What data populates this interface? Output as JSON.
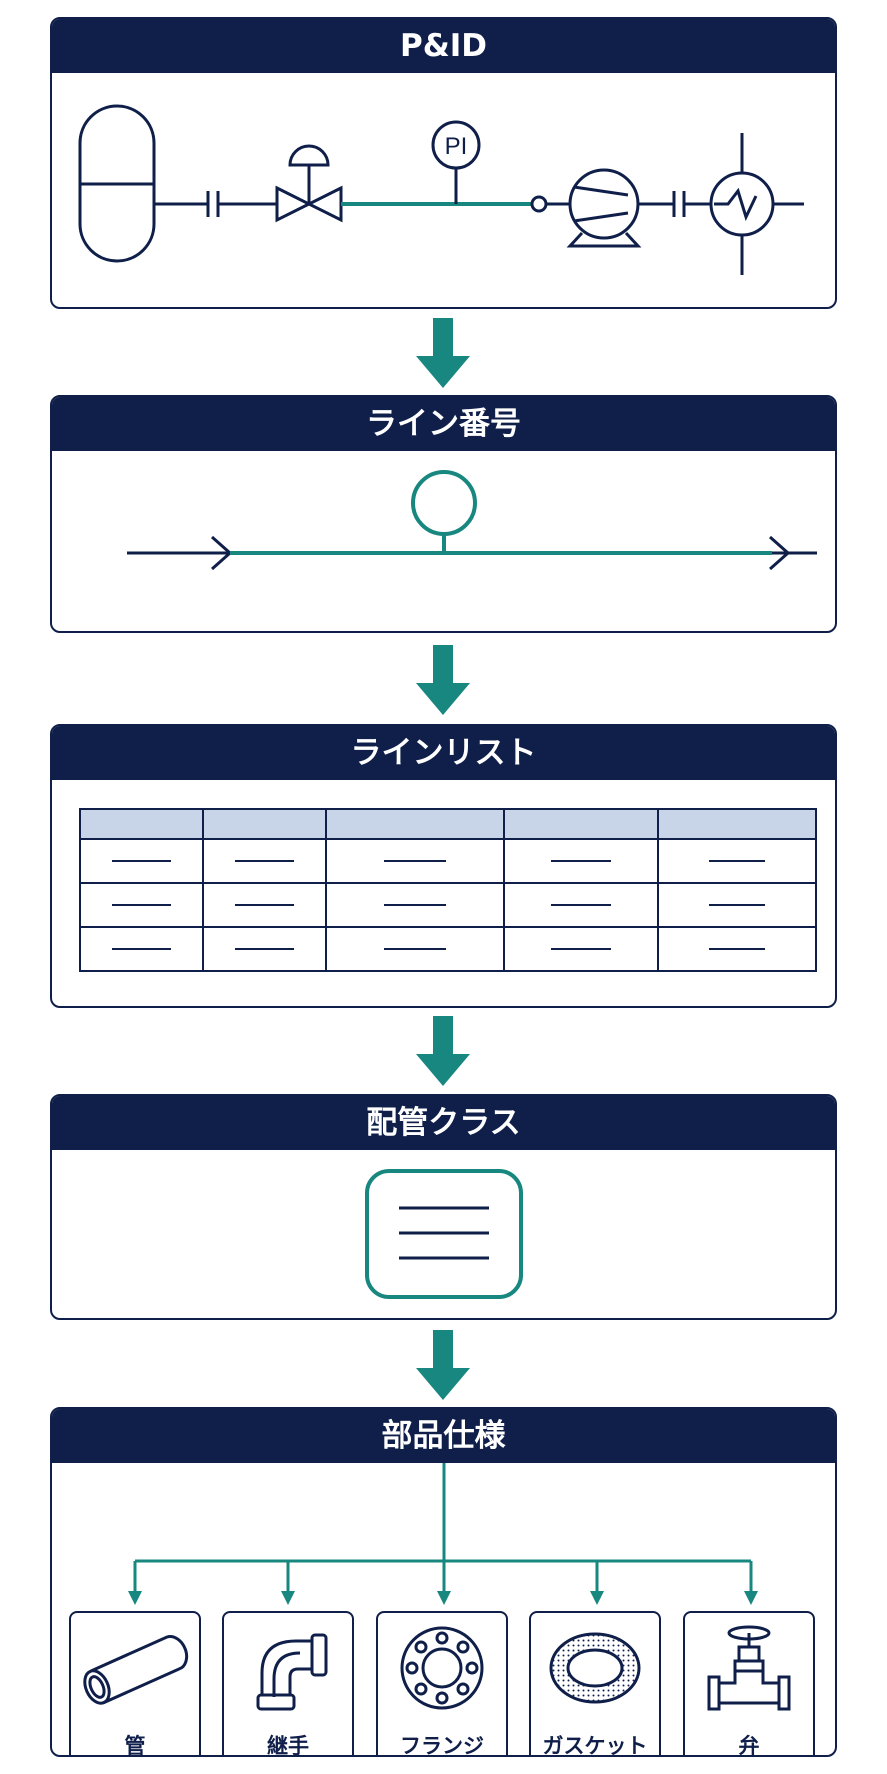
{
  "colors": {
    "navy": "#0f1f4a",
    "teal": "#17877f",
    "table_header": "#c8d4e8"
  },
  "panels": [
    {
      "title": "P&ID"
    },
    {
      "title": "ライン番号"
    },
    {
      "title": "ラインリスト"
    },
    {
      "title": "配管クラス"
    },
    {
      "title": "部品仕様"
    }
  ],
  "pid": {
    "instrument_label": "PI"
  },
  "components": [
    {
      "label": "管",
      "icon": "pipe-icon"
    },
    {
      "label": "継手",
      "icon": "elbow-fitting-icon"
    },
    {
      "label": "フランジ",
      "icon": "flange-icon"
    },
    {
      "label": "ガスケット",
      "icon": "gasket-icon"
    },
    {
      "label": "弁",
      "icon": "valve-icon"
    }
  ]
}
